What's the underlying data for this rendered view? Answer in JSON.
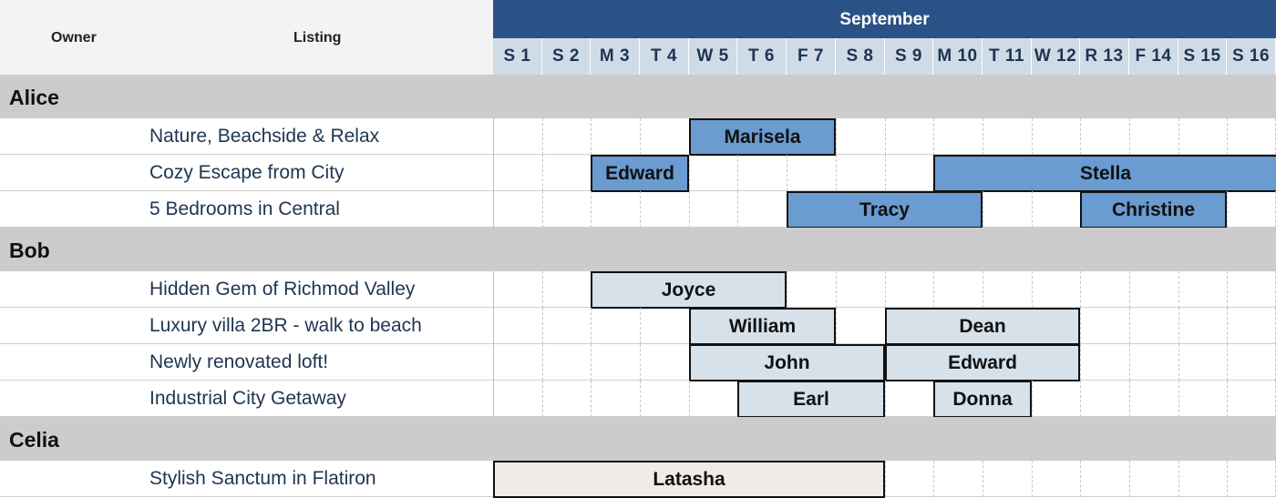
{
  "header": {
    "owner_col": "Owner",
    "listing_col": "Listing",
    "month": "September"
  },
  "days": [
    "S 1",
    "S 2",
    "M 3",
    "T 4",
    "W 5",
    "T 6",
    "F 7",
    "S 8",
    "S 9",
    "M 10",
    "T 11",
    "W 12",
    "R 13",
    "F 14",
    "S 15",
    "S 16"
  ],
  "owners": [
    {
      "name": "Alice",
      "listings": [
        {
          "name": "Nature, Beachside & Relax",
          "bookings": [
            {
              "guest": "Marisela",
              "start": 5,
              "end": 7
            }
          ]
        },
        {
          "name": "Cozy Escape from City",
          "bookings": [
            {
              "guest": "Edward",
              "start": 3,
              "end": 4
            },
            {
              "guest": "Stella",
              "start": 10,
              "end": 16
            }
          ]
        },
        {
          "name": "5 Bedrooms in Central",
          "bookings": [
            {
              "guest": "Tracy",
              "start": 7,
              "end": 10
            },
            {
              "guest": "Christine",
              "start": 13,
              "end": 15
            }
          ]
        }
      ]
    },
    {
      "name": "Bob",
      "listings": [
        {
          "name": "Hidden Gem of Richmod Valley",
          "bookings": [
            {
              "guest": "Joyce",
              "start": 3,
              "end": 6
            }
          ]
        },
        {
          "name": "Luxury villa 2BR - walk to beach",
          "bookings": [
            {
              "guest": "William",
              "start": 5,
              "end": 7
            },
            {
              "guest": "Dean",
              "start": 9,
              "end": 12
            }
          ]
        },
        {
          "name": "Newly renovated loft!",
          "bookings": [
            {
              "guest": "John",
              "start": 5,
              "end": 8
            },
            {
              "guest": "Edward",
              "start": 9,
              "end": 12
            }
          ]
        },
        {
          "name": "Industrial City Getaway",
          "bookings": [
            {
              "guest": "Earl",
              "start": 6,
              "end": 8
            },
            {
              "guest": "Donna",
              "start": 10,
              "end": 11
            }
          ]
        }
      ]
    },
    {
      "name": "Celia",
      "listings": [
        {
          "name": "Stylish Sanctum in Flatiron",
          "bookings": [
            {
              "guest": "Latasha",
              "start": 1,
              "end": 8
            }
          ]
        }
      ]
    }
  ],
  "colors": {
    "header_month": "#2b5286",
    "day_header": "#cfdbe6",
    "owner_row": "#cccccc",
    "alice_booking": "#6a9bd1",
    "bob_booking": "#d6e1ea",
    "celia_booking": "#efece8"
  }
}
